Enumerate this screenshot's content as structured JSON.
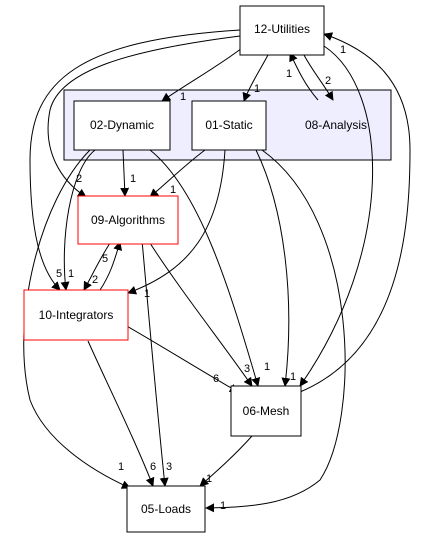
{
  "diagram": {
    "nodes": {
      "utilities": {
        "label": "12-Utilities"
      },
      "dynamic": {
        "label": "02-Dynamic"
      },
      "static": {
        "label": "01-Static"
      },
      "analysis": {
        "label": "08-Analysis"
      },
      "algorithms": {
        "label": "09-Algorithms"
      },
      "integrators": {
        "label": "10-Integrators"
      },
      "mesh": {
        "label": "06-Mesh"
      },
      "loads": {
        "label": "05-Loads"
      }
    },
    "edge_counts": {
      "e1": "1",
      "e2": "1",
      "e3": "2",
      "e4": "1",
      "e5": "2",
      "e6": "5",
      "e7": "1",
      "e8": "1",
      "e9": "1",
      "e10": "5",
      "e11": "2",
      "e12": "1",
      "e13": "1",
      "e14": "6",
      "e15": "3",
      "e16": "1",
      "e17": "1",
      "e18": "6",
      "e19": "3",
      "e20": "1",
      "e21": "1",
      "e22": "1"
    },
    "colors": {
      "cluster_fill": "#eeeeff",
      "highlight_border": "#ff0000",
      "normal_border": "#000000"
    }
  }
}
